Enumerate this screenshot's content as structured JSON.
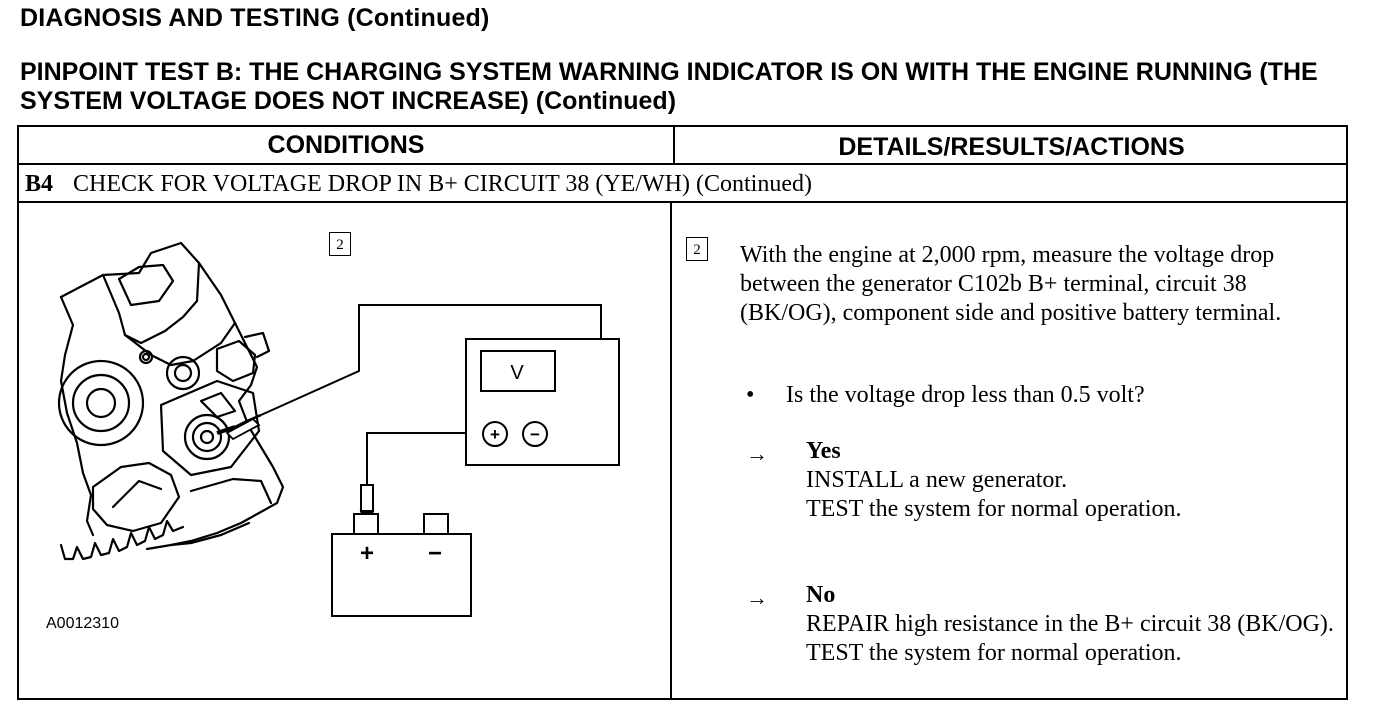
{
  "section_title": "DIAGNOSIS AND TESTING (Continued)",
  "test_title": "PINPOINT TEST B: THE CHARGING SYSTEM WARNING INDICATOR IS ON WITH THE ENGINE RUNNING (THE SYSTEM VOLTAGE DOES NOT INCREASE) (Continued)",
  "table": {
    "col_conditions": "CONDITIONS",
    "col_details": "DETAILS/RESULTS/ACTIONS",
    "step_number": "B4",
    "step_title": "CHECK FOR VOLTAGE DROP IN B+ CIRCUIT 38 (YE/WH) (Continued)"
  },
  "figure": {
    "callout": "2",
    "meter_label": "V",
    "meter_plus": "+",
    "meter_minus": "−",
    "battery_plus": "+",
    "battery_minus": "−",
    "figure_id": "A0012310"
  },
  "details": {
    "callout": "2",
    "instruction": "With the engine at 2,000 rpm, measure the voltage drop between the generator C102b B+ terminal, circuit 38 (BK/OG), component side and positive battery terminal.",
    "bullet": "•",
    "question": "Is the voltage drop less than 0.5 volt?",
    "arrow": "→",
    "yes_label": "Yes",
    "yes_line1": "INSTALL a new generator.",
    "yes_line2": "TEST the system for normal operation.",
    "no_label": "No",
    "no_text": "REPAIR high resistance in the B+ circuit 38 (BK/OG). TEST the system for normal operation."
  }
}
